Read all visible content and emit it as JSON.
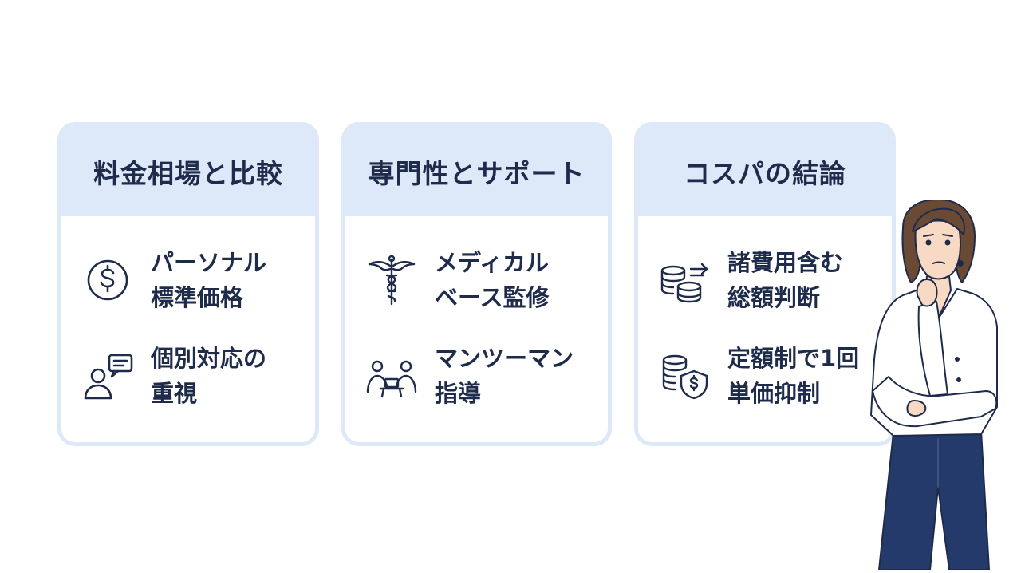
{
  "cards": [
    {
      "title": "料金相場と比較",
      "items": [
        {
          "icon": "dollar-circle-icon",
          "line1": "パーソナル",
          "line2": "標準価格"
        },
        {
          "icon": "person-speech-bubble-icon",
          "line1": "個別対応の",
          "line2": "重視"
        }
      ]
    },
    {
      "title": "専門性とサポート",
      "items": [
        {
          "icon": "caduceus-icon",
          "line1": "メディカル",
          "line2": "ベース監修"
        },
        {
          "icon": "one-on-one-meeting-icon",
          "line1": "マンツーマン",
          "line2": "指導"
        }
      ]
    },
    {
      "title": "コスパの結論",
      "items": [
        {
          "icon": "coins-arrow-icon",
          "line1": "諸費用含む",
          "line2": "総額判断"
        },
        {
          "icon": "coins-shield-icon",
          "line1": "定額制で1回",
          "line2": "単価抑制"
        }
      ]
    }
  ],
  "colors": {
    "text": "#1e2b4a",
    "header_bg": "#dde8f8",
    "card_border": "#dde8f8",
    "person_shirt": "#ffffff",
    "person_pants": "#233a6b",
    "person_hair": "#6b4a35"
  },
  "illustration": {
    "icon": "thinking-woman-illustration"
  }
}
